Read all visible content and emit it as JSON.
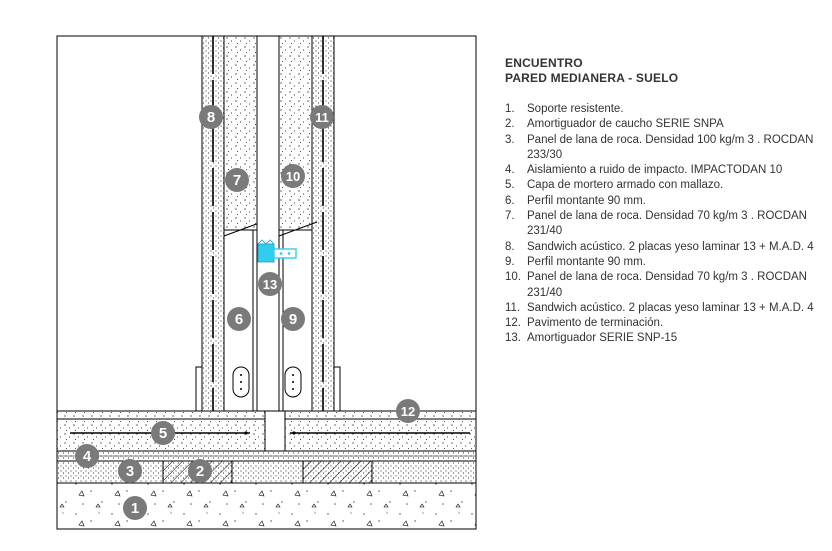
{
  "title_line1": "ENCUENTRO",
  "title_line2": "PARED MEDIANERA - SUELO",
  "legend": [
    {
      "num": "1.",
      "text": "Soporte resistente."
    },
    {
      "num": "2.",
      "text": "Amortiguador de caucho SERIE SNPA"
    },
    {
      "num": "3.",
      "text": "Panel de lana de roca. Densidad 100 kg/m 3 . ROCDAN 233/30"
    },
    {
      "num": "4.",
      "text": "Aislamiento a ruido de impacto. IMPACTODAN 10"
    },
    {
      "num": "5.",
      "text": "Capa de mortero armado con mallazo."
    },
    {
      "num": "6.",
      "text": "Perfil montante 90 mm."
    },
    {
      "num": "7.",
      "text": "Panel de lana de roca. Densidad 70 kg/m 3 . ROCDAN 231/40"
    },
    {
      "num": "8.",
      "text": "Sandwich acústico. 2 placas yeso laminar 13 + M.A.D. 4"
    },
    {
      "num": "9.",
      "text": "Perfil montante 90 mm."
    },
    {
      "num": "10.",
      "text": "Panel de lana de roca. Densidad 70 kg/m 3 . ROCDAN 231/40"
    },
    {
      "num": "11.",
      "text": "Sandwich acústico. 2 placas yeso laminar 13 + M.A.D. 4"
    },
    {
      "num": "12.",
      "text": "Pavimento de terminación."
    },
    {
      "num": "13.",
      "text": "Amortiguador SERIE SNP-15"
    }
  ],
  "markers": [
    "1",
    "2",
    "3",
    "4",
    "5",
    "6",
    "7",
    "8",
    "9",
    "10",
    "11",
    "12",
    "13"
  ],
  "colors": {
    "marker_fill": "#7a7a7a",
    "marker_text": "#ffffff",
    "accent": "#33ccee",
    "line": "#000000"
  }
}
